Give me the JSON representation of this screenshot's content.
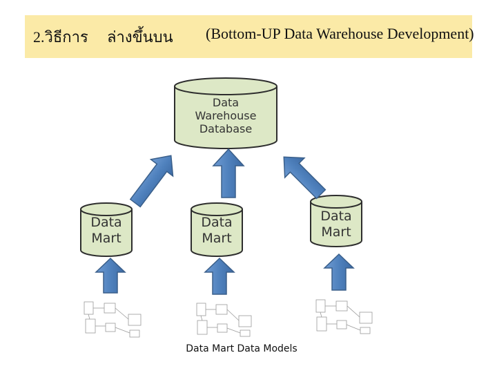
{
  "header": {
    "number": "2.วิธีการ",
    "thai": "ล่างขึ้นบน",
    "english": "(Bottom-UP Data Warehouse Development)"
  },
  "warehouse": {
    "line1": "Data",
    "line2": "Warehouse",
    "line3": "Database"
  },
  "marts": [
    {
      "line1": "Data",
      "line2": "Mart"
    },
    {
      "line1": "Data",
      "line2": "Mart"
    },
    {
      "line1": "Data",
      "line2": "Mart"
    }
  ],
  "caption": "Data Mart  Data Models",
  "colors": {
    "title_background": "#fbeaa7",
    "cylinder_fill": "#dde8c6",
    "cylinder_stroke": "#2d2d2d",
    "arrow_fill": "#4f81bd",
    "arrow_stroke": "#3a5f8a"
  }
}
